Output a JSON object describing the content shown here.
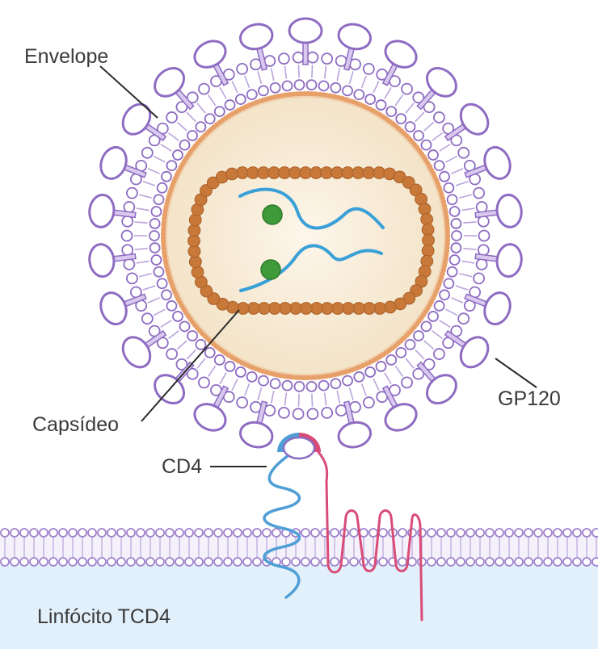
{
  "labels": {
    "envelope": "Envelope",
    "capsid": "Capsídeo",
    "gp120": "GP120",
    "cd4": "CD4",
    "cell": "Linfócito TCD4"
  },
  "colors": {
    "lipid": "#8e6cc2",
    "lipid_fill": "#f3eefb",
    "capsid": "#c8793a",
    "capsid_ring": "#e7a06a",
    "core": "#fbf0dc",
    "rna": "#3aa0d8",
    "enzyme": "#3f9a3a",
    "cd4": "#4f9fd6",
    "coreceptor": "#d94c77",
    "membrane": "#9e82cc",
    "cytoplasm": "#e2f0fb"
  }
}
